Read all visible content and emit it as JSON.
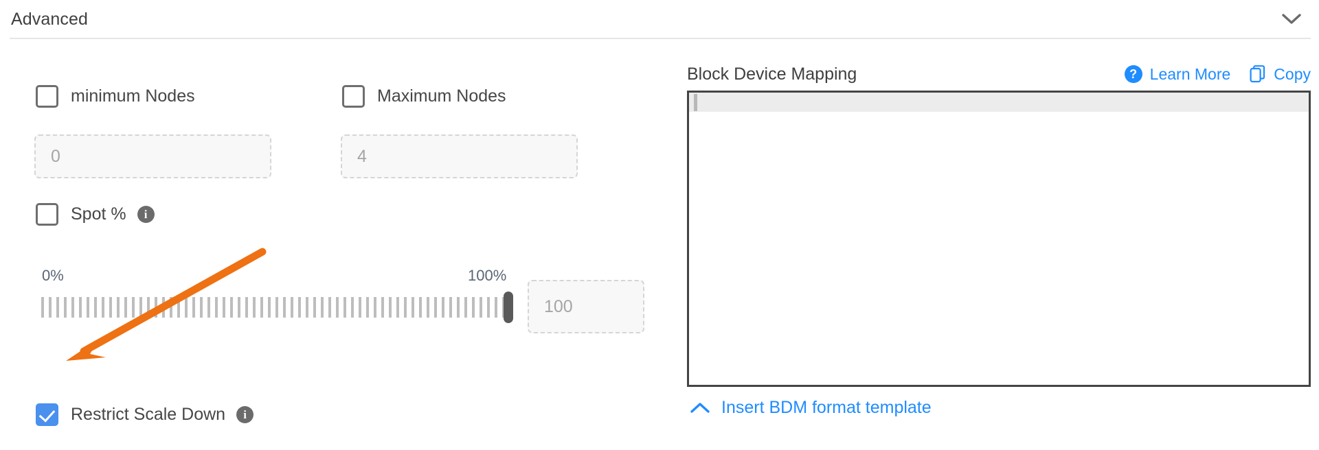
{
  "section": {
    "title": "Advanced",
    "collapse_icon": "chevron-down-icon"
  },
  "left": {
    "min_nodes": {
      "label": "minimum Nodes",
      "checked": false,
      "input_value": "0",
      "input_placeholder": "0"
    },
    "max_nodes": {
      "label": "Maximum Nodes",
      "checked": false,
      "input_value": "4",
      "input_placeholder": "4"
    },
    "spot": {
      "label": "Spot %",
      "checked": false,
      "info_icon": "info-icon",
      "slider_min_label": "0%",
      "slider_max_label": "100%",
      "slider_value": 100,
      "value_input": "100",
      "value_placeholder": "100"
    },
    "restrict_scale_down": {
      "label": "Restrict Scale Down",
      "checked": true,
      "info_icon": "info-icon"
    }
  },
  "right": {
    "title": "Block Device Mapping",
    "learn_more": {
      "label": "Learn More",
      "icon": "question-circle-icon"
    },
    "copy": {
      "label": "Copy",
      "icon": "copy-icon"
    },
    "editor_value": "",
    "insert_template": {
      "label": "Insert BDM format template",
      "icon": "chevron-up-icon"
    }
  },
  "annotation": {
    "arrow_color": "#ee7113",
    "points_to": "restrict-scale-down-checkbox"
  },
  "colors": {
    "link_blue": "#1f8cff",
    "checkbox_blue": "#4a90ed",
    "arrow_orange": "#ee7113",
    "text_gray": "#464646"
  }
}
